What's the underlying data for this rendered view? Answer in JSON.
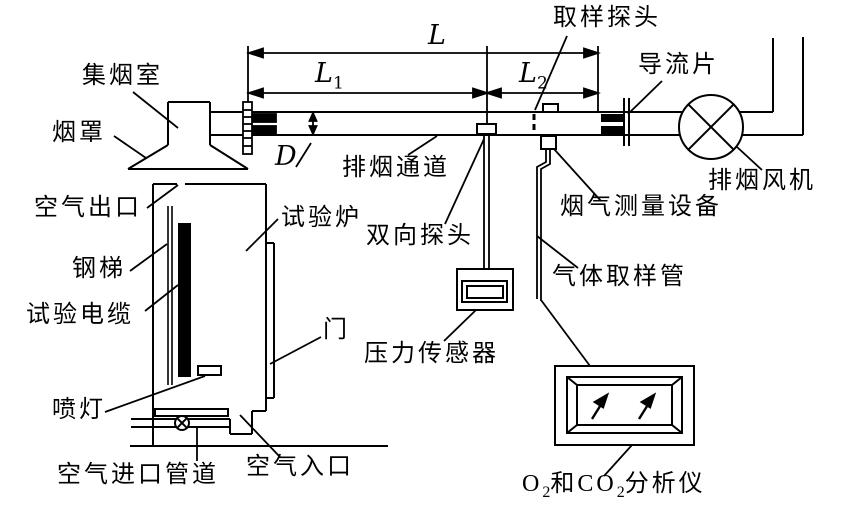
{
  "colors": {
    "line": "#000000",
    "background": "#ffffff"
  },
  "labels": {
    "smoke_collection_chamber": "集烟室",
    "smoke_hood": "烟罩",
    "air_outlet": "空气出口",
    "steel_ladder": "钢梯",
    "test_cable": "试验电缆",
    "blow_lamp": "喷灯",
    "air_inlet_duct": "空气进口管道",
    "air_inlet": "空气入口",
    "test_furnace": "试验炉",
    "door": "门",
    "smoke_exhaust_channel": "排烟通道",
    "bidirectional_probe": "双向探头",
    "pressure_sensor": "压力传感器",
    "sampling_probe": "取样探头",
    "guide_vane": "导流片",
    "smoke_exhaust_fan": "排烟风机",
    "smoke_measuring_device": "烟气测量设备",
    "gas_sampling_tube": "气体取样管"
  },
  "analyzer_label": {
    "p1": "O",
    "s1": "2",
    "p2": "和CO",
    "s2": "2",
    "p3": "分析仪"
  },
  "dims": {
    "L": {
      "base": "L",
      "sub": ""
    },
    "L1": {
      "base": "L",
      "sub": "1"
    },
    "L2": {
      "base": "L",
      "sub": "2"
    },
    "D": {
      "base": "D",
      "sub": ""
    }
  }
}
